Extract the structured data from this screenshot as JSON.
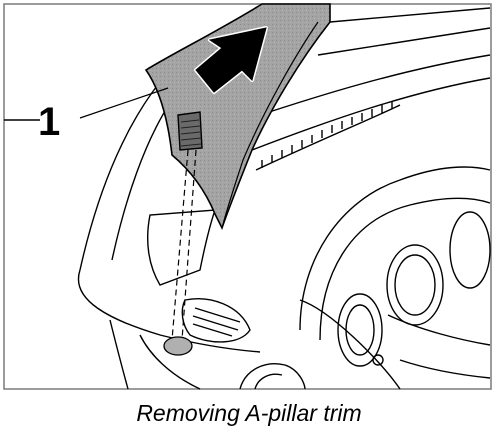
{
  "figure": {
    "callouts": [
      {
        "number": "1",
        "target": "A-pillar trim panel"
      }
    ],
    "caption": "Removing A-pillar trim",
    "colors": {
      "trim_fill": "#9a9a9a",
      "line": "#000000",
      "background": "#ffffff",
      "frame": "#7a7a7a"
    },
    "icons": [
      "removal-direction-arrow"
    ]
  }
}
